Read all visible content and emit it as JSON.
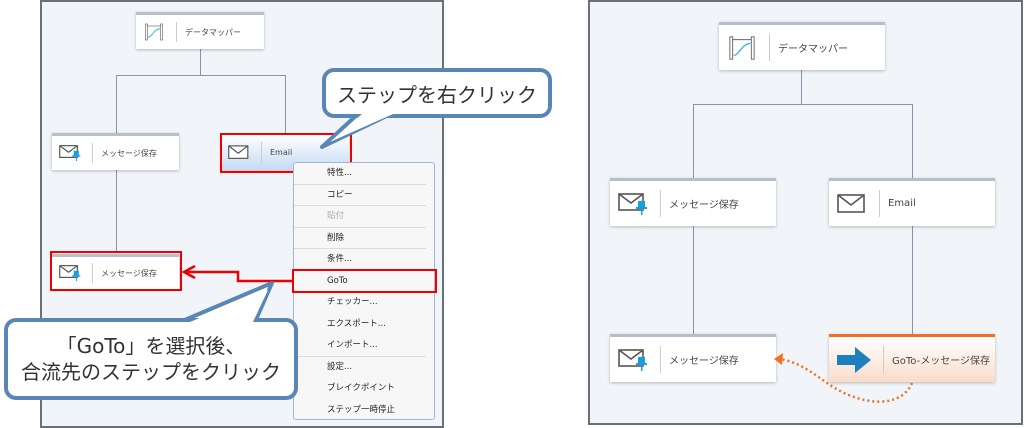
{
  "left": {
    "nodes": {
      "top": "データマッパー",
      "left": "メッセージ保存",
      "email": "Email",
      "bottom": "メッセージ保存"
    },
    "menu": [
      "特性...",
      "コピー",
      "貼付",
      "削除",
      "条件...",
      "GoTo",
      "チェッカー...",
      "エクスポート...",
      "インポート...",
      "設定...",
      "ブレイクポイント",
      "ステップ一時停止"
    ],
    "callout1": "ステップを右クリック",
    "callout2_line1": "「GoTo」を選択後、",
    "callout2_line2": "合流先のステップをクリック"
  },
  "right": {
    "nodes": {
      "top": "データマッパー",
      "left": "メッセージ保存",
      "email": "Email",
      "bottom": "メッセージ保存",
      "goto": "GoTo-メッセージ保存"
    }
  },
  "colors": {
    "highlight": "#e00000",
    "callout_border": "#5a86b6",
    "goto_accent": "#f07020"
  }
}
